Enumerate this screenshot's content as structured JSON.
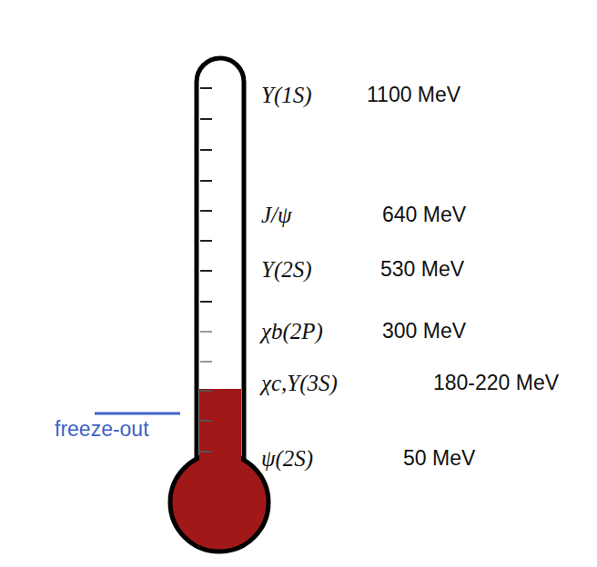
{
  "diagram": {
    "labels": [
      "Υ(1S)",
      "1100 MeV",
      "J/ψ",
      "640 MeV",
      "Υ(2S)",
      "530 MeV",
      "χb(2P)",
      "300 MeV",
      "χc,Υ(3S)",
      "180-220 MeV",
      "freeze-out",
      "ψ(2S)",
      "50 MeV"
    ]
  }
}
